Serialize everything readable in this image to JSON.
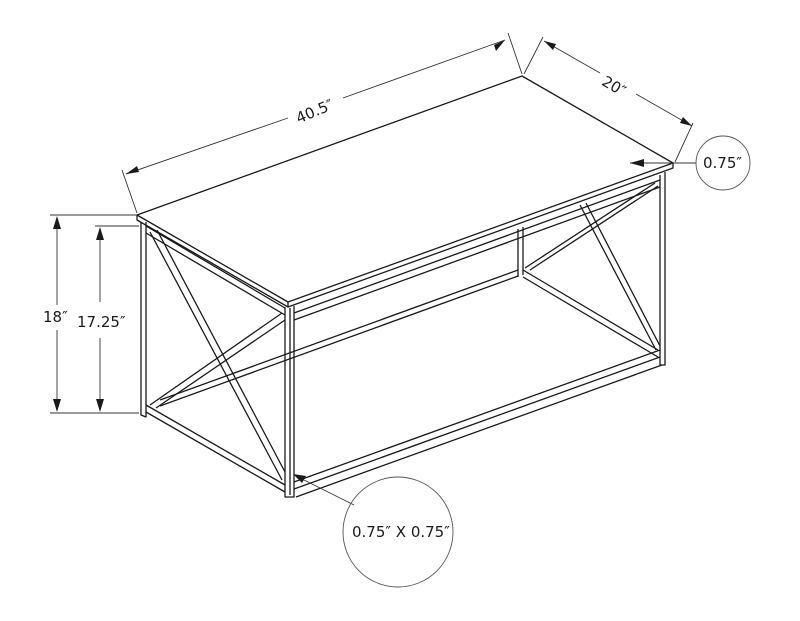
{
  "diagram": {
    "subject": "Coffee table dimension drawing",
    "style": {
      "line_color": "#1a1a1a",
      "dim_color": "#333333",
      "background": "#ffffff"
    }
  },
  "dimensions": {
    "length": {
      "label": "40.5″"
    },
    "width": {
      "label": "20″"
    },
    "top_thickness": {
      "label": "0.75″"
    },
    "total_height": {
      "label": "18″"
    },
    "frame_height": {
      "label": "17.25″"
    },
    "tube_size": {
      "label": "0.75″ X 0.75″"
    }
  }
}
